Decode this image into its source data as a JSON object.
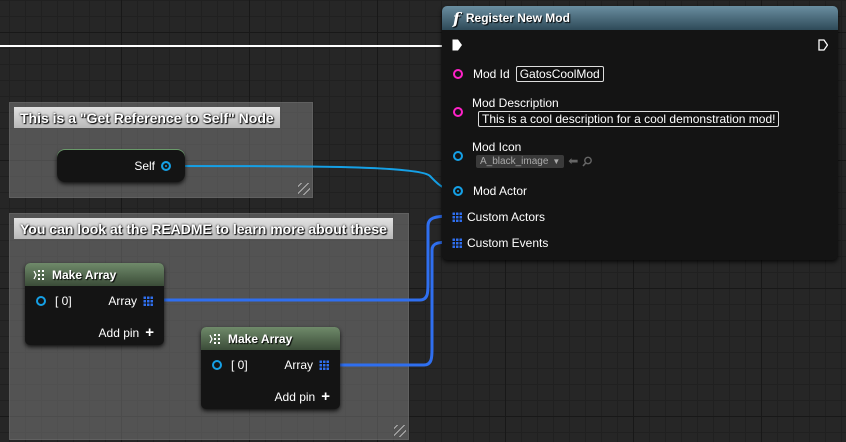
{
  "comments": {
    "self_comment": "This is a \"Get Reference to Self\" Node",
    "readme_comment": "You can look at the README to learn more about these"
  },
  "self_node": {
    "label": "Self"
  },
  "make_array_1": {
    "title": "Make Array",
    "index_label": "[ 0]",
    "array_label": "Array",
    "add_pin_label": "Add pin"
  },
  "make_array_2": {
    "title": "Make Array",
    "index_label": "[ 0]",
    "array_label": "Array",
    "add_pin_label": "Add pin"
  },
  "register_node": {
    "title": "Register New Mod",
    "mod_id_label": "Mod Id",
    "mod_id_value": "GatosCoolMod",
    "mod_description_label": "Mod Description",
    "mod_description_value": "This is a cool description for a cool demonstration mod!",
    "mod_icon_label": "Mod Icon",
    "mod_icon_value": "A_black_image",
    "mod_actor_label": "Mod Actor",
    "custom_actors_label": "Custom Actors",
    "custom_events_label": "Custom Events"
  },
  "colors": {
    "object_pin": "#15a0e6",
    "string_pin": "#ff22c8",
    "array_pin": "#2f6ff0",
    "exec_wire": "#ffffff"
  },
  "icons": {
    "function": "function-icon",
    "make_array": "make-array-icon",
    "exec_in": "exec-in-icon",
    "exec_out": "exec-out-icon",
    "add_pin": "plus-icon",
    "browse": "browse-arrow-icon",
    "search": "search-icon"
  }
}
